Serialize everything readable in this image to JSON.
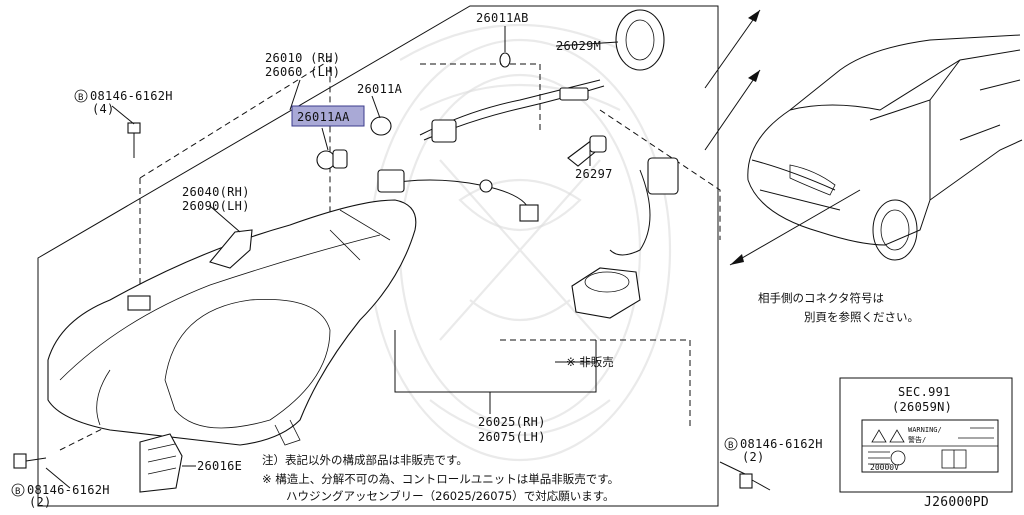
{
  "diagram_code": "J26000PD",
  "parts": {
    "p26011AB": "26011AB",
    "p26029M": "26029M",
    "p26010": "26010 (RH)",
    "p26060": "26060 (LH)",
    "p26011A": "26011A",
    "p26011AA": "26011AA",
    "p26297": "26297",
    "p26040": "26040(RH)",
    "p26090": "26090(LH)",
    "p26025": "26025(RH)",
    "p26075": "26075(LH)",
    "p26016E": "26016E"
  },
  "bolts": {
    "top_left_code": "08146-6162H",
    "top_left_qty": "(4)",
    "bottom_left_code": "08146-6162H",
    "bottom_left_qty": "(2)",
    "bottom_right_code": "08146-6162H",
    "bottom_right_qty": "(2)",
    "marker": "B"
  },
  "notes": {
    "connector_line1": "相手側のコネクタ符号は",
    "connector_line2": "別頁を参照ください。",
    "not_sold": "※ 非販売",
    "footnote1": "注）表記以外の構成部品は非販売です。",
    "footnote2": "※ 構造上、分解不可の為、コントロールユニットは単品非販売です。",
    "footnote3": "ハウジングアッセンブリー（26025/26075）で対応願います。"
  },
  "label_box": {
    "sec": "SEC.991",
    "code": "(26059N)",
    "warning": "WARNING/",
    "warning_jp": "警告/",
    "voltage": "20000V"
  },
  "colors": {
    "highlight_fill": "#a9a9d6",
    "highlight_stroke": "#3c3c8c"
  }
}
